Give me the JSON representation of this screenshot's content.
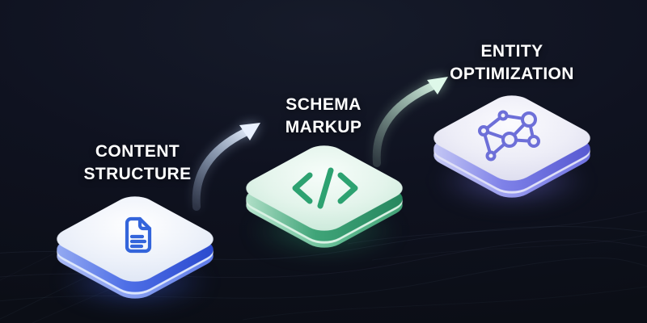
{
  "palette": {
    "background": "#0f1220",
    "text": "#ffffff",
    "step_blue": "#3a66e0",
    "step_green": "#2ba06e",
    "step_purple": "#6e6fdd",
    "arrow_blue_tip": "#e9f1ff",
    "arrow_green_tip": "#def8e9"
  },
  "steps": [
    {
      "id": "content-structure",
      "lines": [
        "CONTENT",
        "STRUCTURE"
      ],
      "icon": "document-icon",
      "accent": "#3a66e0",
      "tile_top_color": "#eef2fa",
      "tile_side_color": "#3e63e0"
    },
    {
      "id": "schema-markup",
      "lines": [
        "SCHEMA",
        "MARKUP"
      ],
      "icon": "code-icon",
      "accent": "#2ba06e",
      "tile_top_color": "#e3f4eb",
      "tile_side_color": "#35996f"
    },
    {
      "id": "entity-optimization",
      "lines": [
        "ENTITY",
        "OPTIMIZATION"
      ],
      "icon": "network-graph-icon",
      "accent": "#6e6fdd",
      "tile_top_color": "#ededf7",
      "tile_side_color": "#6b6ddd"
    }
  ],
  "arrows": [
    {
      "from": "content-structure",
      "to": "schema-markup",
      "style": "curved-up-right",
      "color": "#e9f1ff"
    },
    {
      "from": "schema-markup",
      "to": "entity-optimization",
      "style": "curved-up-right",
      "color": "#def8e9"
    }
  ]
}
